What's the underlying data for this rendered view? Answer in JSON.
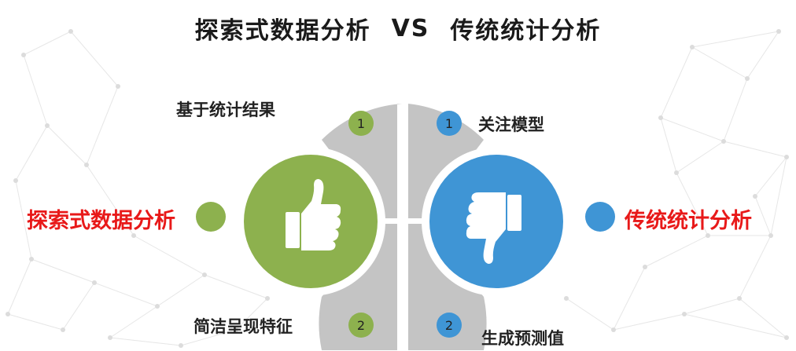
{
  "title": {
    "left": "探索式数据分析",
    "vs": "VS",
    "right": "传统统计分析"
  },
  "left": {
    "name": "探索式数据分析",
    "color": "#8db14e",
    "icon": "thumbs-up-icon",
    "points": [
      {
        "number": "1",
        "text": "基于统计结果"
      },
      {
        "number": "2",
        "text": "简洁呈现特征"
      }
    ]
  },
  "right": {
    "name": "传统统计分析",
    "color": "#3f95d5",
    "icon": "thumbs-down-icon",
    "points": [
      {
        "number": "1",
        "text": "关注模型"
      },
      {
        "number": "2",
        "text": "生成预测值"
      }
    ]
  },
  "colors": {
    "quadrant_gray": "#c4c4c4",
    "highlight_red": "#e81919",
    "text_dark": "#222222"
  }
}
